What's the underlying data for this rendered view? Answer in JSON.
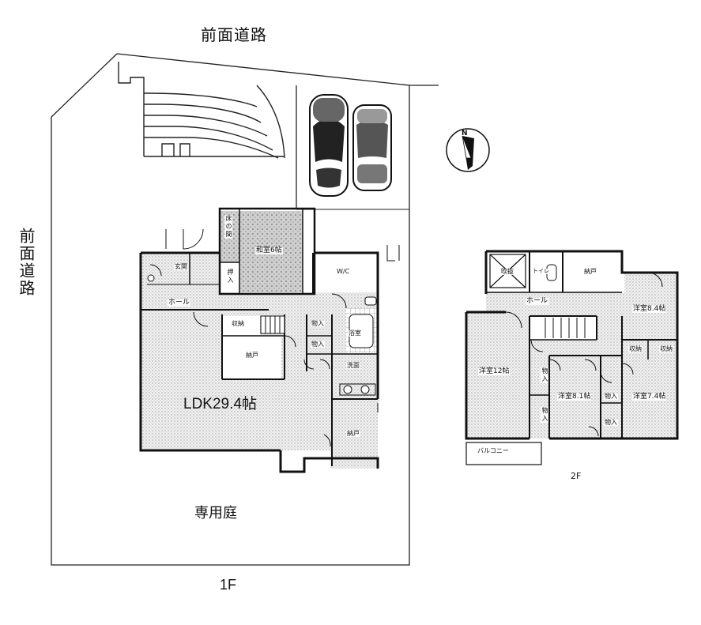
{
  "site": {
    "road_top": "前面道路",
    "road_left": "前面道路",
    "garden": "専用庭",
    "floor1": "1F",
    "floor2": "2F",
    "compass": "N"
  },
  "floor1_rooms": {
    "washitsu": "和室6帖",
    "toko": "床の間",
    "oshiire": "押入",
    "genkan": "玄関",
    "wic": "W/C",
    "hall": "ホール",
    "shuno": "収納",
    "monoire1": "物入",
    "monoire2": "物入",
    "yokushitsu": "浴室",
    "senmen": "洗面",
    "nando1": "納戸",
    "nando2": "納戸",
    "ldk": "LDK29.4帖"
  },
  "floor2_rooms": {
    "fukinuke": "吹抜",
    "toilet": "トイレ",
    "nando": "納戸",
    "hall": "ホール",
    "yoshitsu1": "洋室8.4帖",
    "yoshitsu2": "洋室12帖",
    "yoshitsu3": "洋室8.1帖",
    "yoshitsu4": "洋室7.4帖",
    "shuno1": "収納",
    "shuno2": "収納",
    "monoire1": "物入",
    "monoire2": "物入",
    "monoire3": "物入",
    "monoire4": "物入",
    "balcony": "バルコニー"
  }
}
